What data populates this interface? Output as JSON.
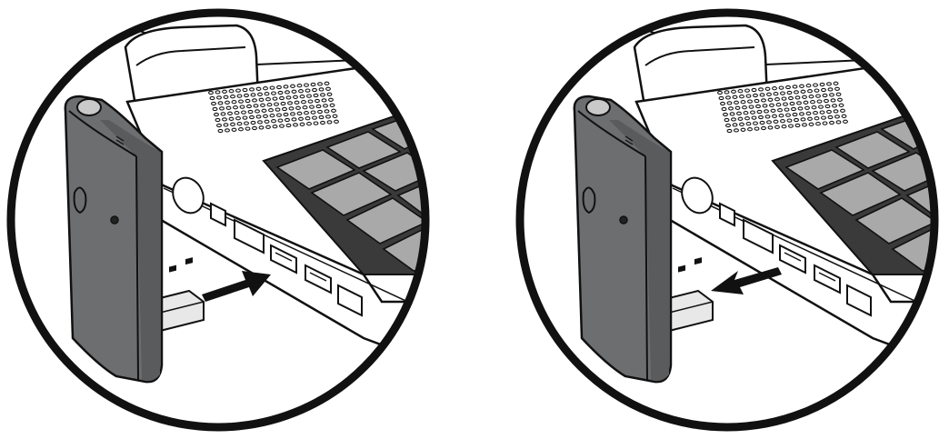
{
  "colors": {
    "background": "#ffffff",
    "outline": "#111111",
    "circle_ring": "#111111",
    "laptop_body": "#ffffff",
    "keyboard_keys": "#a9a9a9",
    "keyboard_well": "#3a3a3a",
    "modem_body": "#6d6e70",
    "modem_shadow": "#4a4b4d",
    "modem_cap": "#c9c9c9",
    "usb_plug": "#e8e8e8",
    "arrow": "#111111"
  },
  "panels": [
    {
      "id": "insert",
      "arrow_direction": "in",
      "arrow_icon": "arrow-right-up-icon"
    },
    {
      "id": "remove",
      "arrow_direction": "out",
      "arrow_icon": "arrow-left-down-icon"
    }
  ]
}
